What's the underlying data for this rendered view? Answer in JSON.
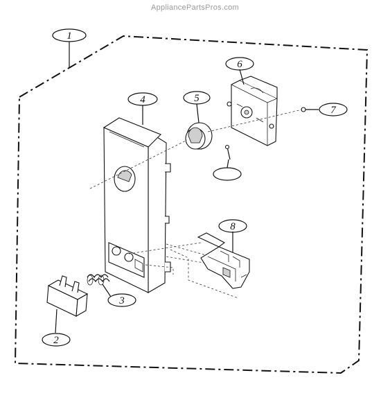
{
  "watermark": "AppliancePartsPros.com",
  "callouts": {
    "c1": "1",
    "c2": "2",
    "c3": "3",
    "c4": "4",
    "c5": "5",
    "c6": "6",
    "c7": "7",
    "c8": "8"
  }
}
